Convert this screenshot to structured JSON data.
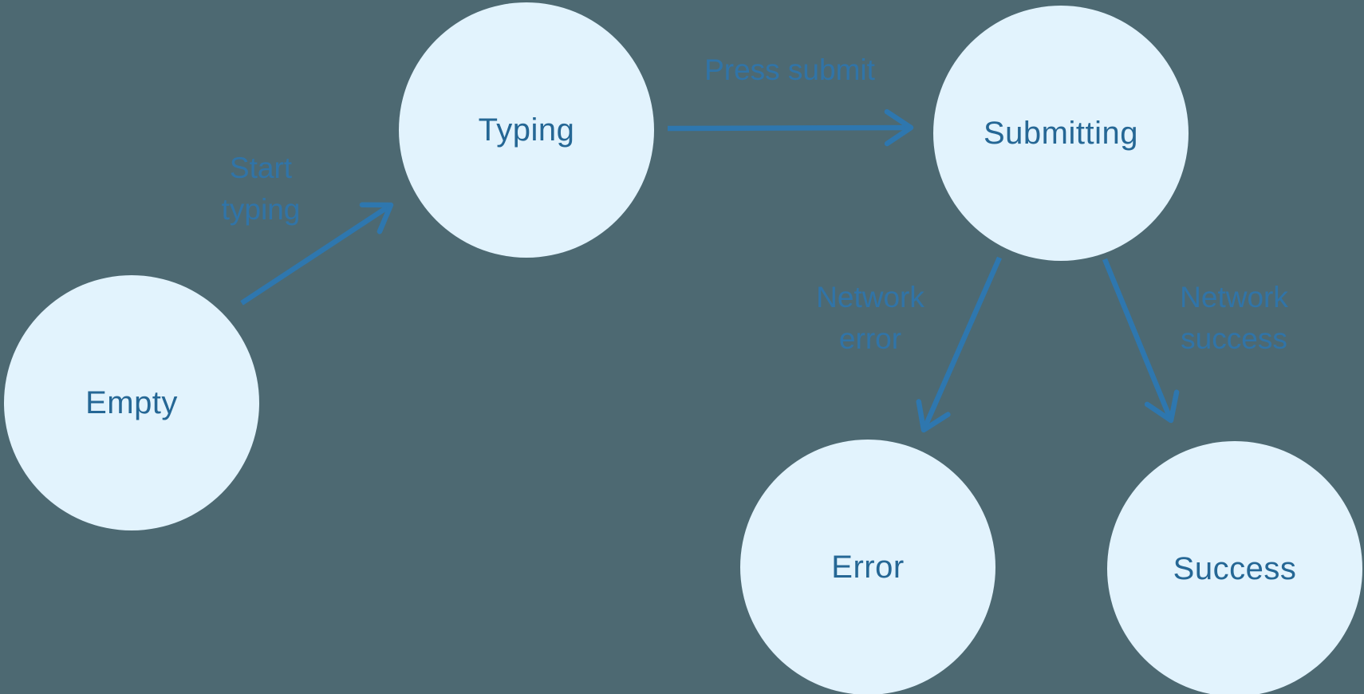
{
  "diagram": {
    "type": "state-machine",
    "background_color": "#4d6972",
    "node_fill_color": "#e2f3fd",
    "node_text_color": "#256795",
    "arrow_color": "#2e77af",
    "edge_label_color": "#2e76ad",
    "nodes": [
      {
        "id": "empty",
        "label": "Empty"
      },
      {
        "id": "typing",
        "label": "Typing"
      },
      {
        "id": "submitting",
        "label": "Submitting"
      },
      {
        "id": "error",
        "label": "Error"
      },
      {
        "id": "success",
        "label": "Success"
      }
    ],
    "edges": [
      {
        "from": "empty",
        "to": "typing",
        "label_line1": "Start",
        "label_line2": "typing"
      },
      {
        "from": "typing",
        "to": "submitting",
        "label_line1": "Press submit",
        "label_line2": ""
      },
      {
        "from": "submitting",
        "to": "error",
        "label_line1": "Network",
        "label_line2": "error"
      },
      {
        "from": "submitting",
        "to": "success",
        "label_line1": "Network",
        "label_line2": "success"
      }
    ]
  }
}
